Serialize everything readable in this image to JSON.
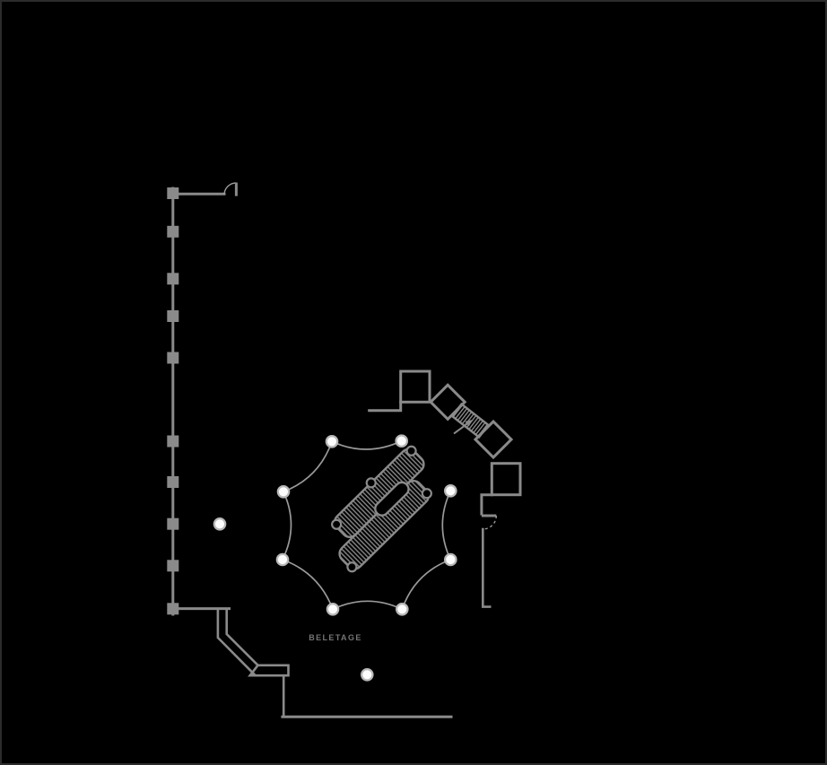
{
  "floor_plan": {
    "label": "BELETAGE"
  },
  "colors": {
    "background": "#000000",
    "canvas_border": "#2c2c2c",
    "wall_line": "#8a8a8a",
    "thin_line": "#9a9a9a",
    "column_fill": "#fcfcfc",
    "column_ring": "#b8b8b8",
    "label_text": "#757575"
  },
  "elements": {
    "wall_column_count": 10,
    "rotunda_column_count": 8,
    "freestanding_column_count": 2,
    "door_count": 2,
    "staircase_count": 2
  }
}
